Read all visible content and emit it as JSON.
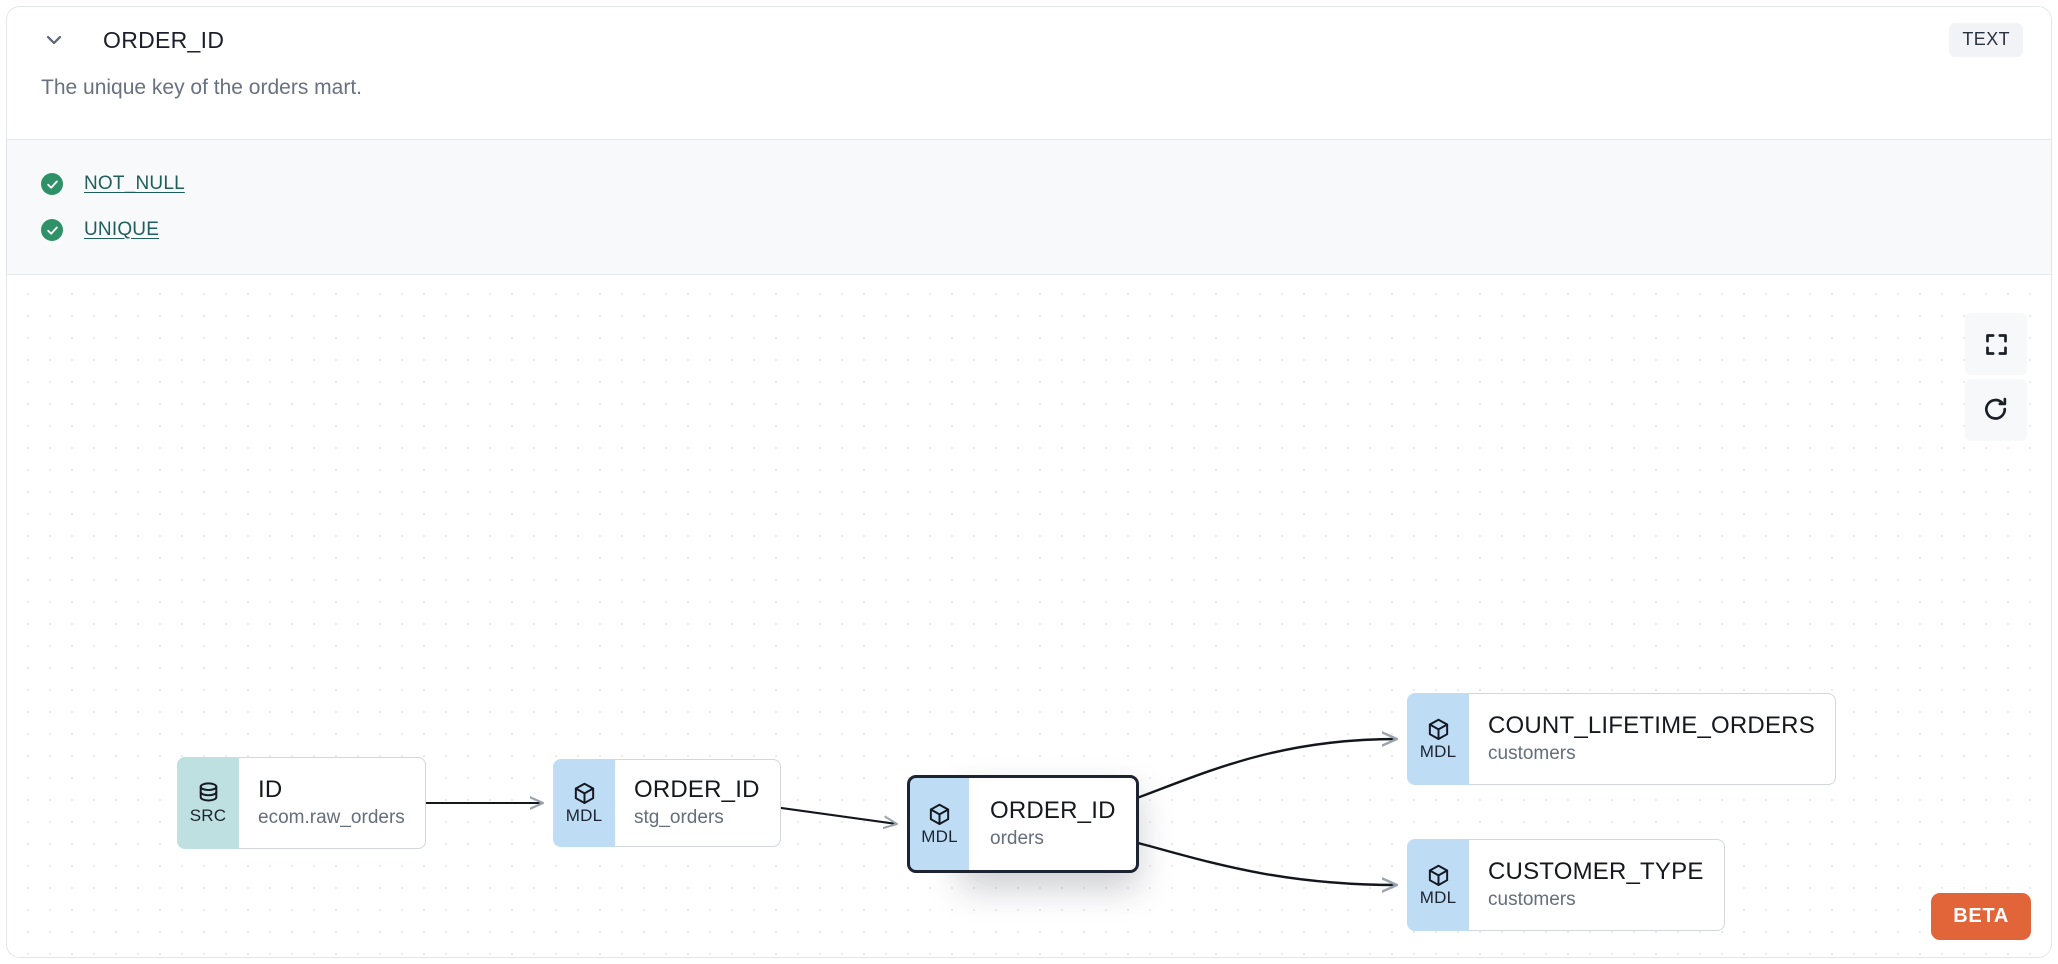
{
  "header": {
    "chevron_icon": "chevron-down-icon",
    "column_name": "ORDER_ID",
    "data_type_badge": "TEXT",
    "description": "The unique key of the orders mart."
  },
  "tests": [
    {
      "name": "NOT_NULL",
      "status_icon": "check-circle-icon",
      "status": "passed"
    },
    {
      "name": "UNIQUE",
      "status_icon": "check-circle-icon",
      "status": "passed"
    }
  ],
  "lineage": {
    "nodes": [
      {
        "id": "src",
        "badge": "SRC",
        "badge_icon": "database-icon",
        "title": "ID",
        "subtitle": "ecom.raw_orders",
        "selected": false
      },
      {
        "id": "stg",
        "badge": "MDL",
        "badge_icon": "cube-icon",
        "title": "ORDER_ID",
        "subtitle": "stg_orders",
        "selected": false
      },
      {
        "id": "orders",
        "badge": "MDL",
        "badge_icon": "cube-icon",
        "title": "ORDER_ID",
        "subtitle": "orders",
        "selected": true
      },
      {
        "id": "count",
        "badge": "MDL",
        "badge_icon": "cube-icon",
        "title": "COUNT_LIFETIME_ORDERS",
        "subtitle": "customers",
        "selected": false
      },
      {
        "id": "custtype",
        "badge": "MDL",
        "badge_icon": "cube-icon",
        "title": "CUSTOMER_TYPE",
        "subtitle": "customers",
        "selected": false
      }
    ],
    "edges": [
      {
        "from": "src",
        "to": "stg"
      },
      {
        "from": "stg",
        "to": "orders"
      },
      {
        "from": "orders",
        "to": "count"
      },
      {
        "from": "orders",
        "to": "custtype"
      }
    ],
    "controls": [
      {
        "name": "fit-view",
        "icon": "fullscreen-icon"
      },
      {
        "name": "reset",
        "icon": "refresh-icon"
      }
    ],
    "beta_badge": "BETA"
  },
  "colors": {
    "src_badge": "#bfe0e0",
    "mdl_badge": "#bfdcf5",
    "test_pass": "#2e9168",
    "test_link": "#1f5e5b",
    "beta": "#e2653a",
    "selected_border": "#1d2330"
  }
}
